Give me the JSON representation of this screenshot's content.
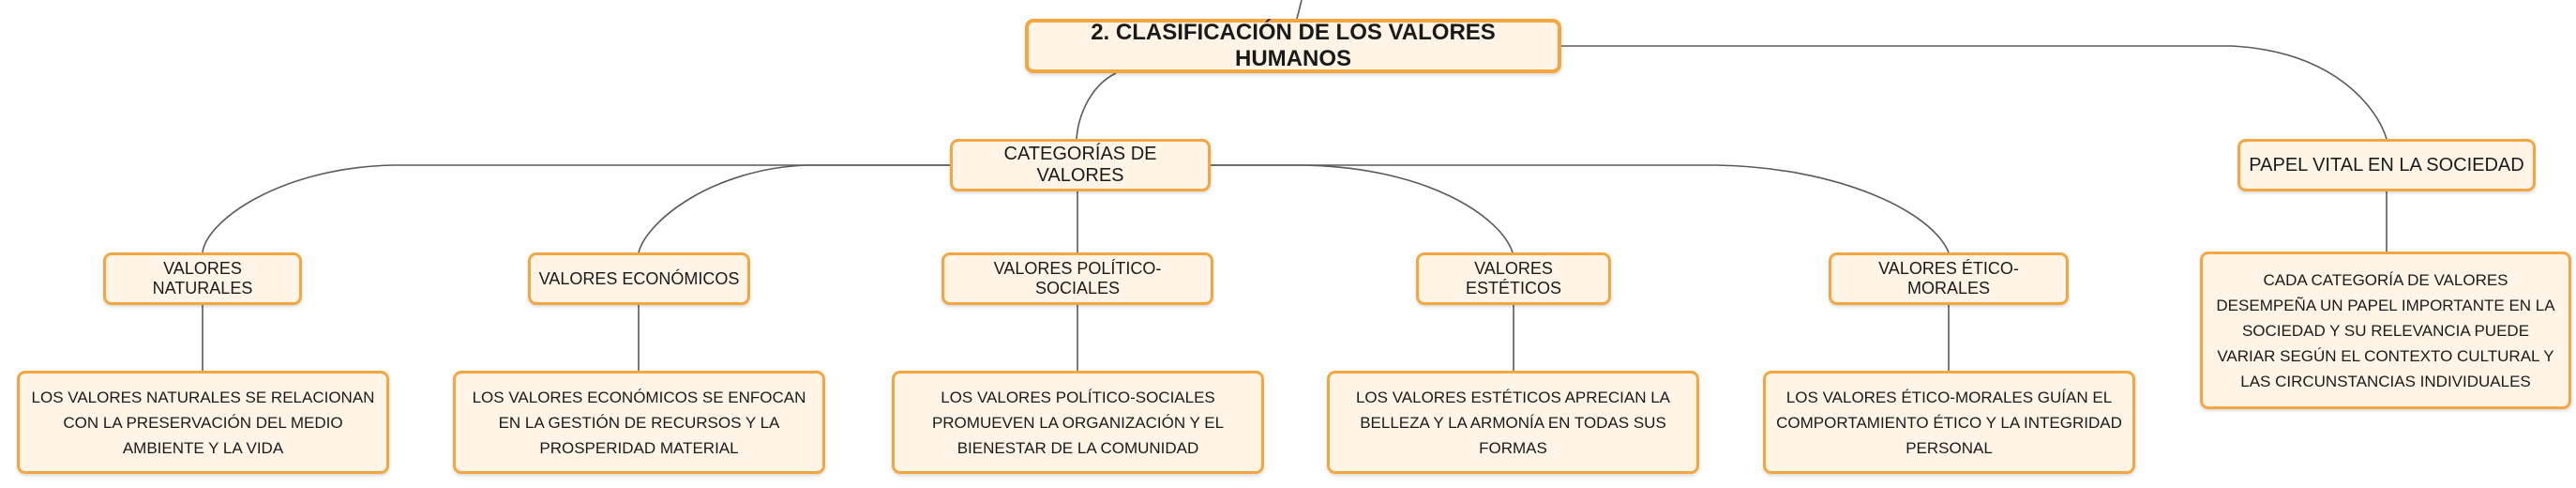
{
  "map": {
    "root": {
      "label": "2. CLASIFICACIÓN DE LOS VALORES HUMANOS"
    },
    "categorias": {
      "label": "CATEGORÍAS DE VALORES"
    },
    "papel": {
      "label": "PAPEL VITAL EN LA SOCIEDAD",
      "desc": "CADA CATEGORÍA DE VALORES DESEMPEÑA UN PAPEL IMPORTANTE EN LA SOCIEDAD Y SU RELEVANCIA PUEDE VARIAR SEGÚN EL CONTEXTO CULTURAL Y LAS CIRCUNSTANCIAS INDIVIDUALES"
    },
    "naturales": {
      "label": "VALORES NATURALES",
      "desc": "LOS VALORES NATURALES SE RELACIONAN CON LA PRESERVACIÓN DEL MEDIO AMBIENTE Y LA VIDA"
    },
    "economicos": {
      "label": "VALORES ECONÓMICOS",
      "desc": "LOS VALORES ECONÓMICOS SE ENFOCAN EN LA GESTIÓN DE RECURSOS Y LA PROSPERIDAD MATERIAL"
    },
    "politicos": {
      "label": "VALORES POLÍTICO-SOCIALES",
      "desc": "LOS VALORES POLÍTICO-SOCIALES PROMUEVEN LA ORGANIZACIÓN Y EL BIENESTAR DE LA COMUNIDAD"
    },
    "esteticos": {
      "label": "VALORES ESTÉTICOS",
      "desc": "LOS VALORES ESTÉTICOS APRECIAN LA BELLEZA Y LA ARMONÍA EN TODAS SUS FORMAS"
    },
    "eticos": {
      "label": "VALORES ÉTICO-MORALES",
      "desc": "LOS VALORES ÉTICO-MORALES GUÍAN EL COMPORTAMIENTO ÉTICO Y LA INTEGRIDAD PERSONAL"
    }
  },
  "colors": {
    "node_border": "#f4a640",
    "node_fill": "#fff4e6",
    "connector": "#5a5a5a",
    "text": "#1a1a1a"
  }
}
